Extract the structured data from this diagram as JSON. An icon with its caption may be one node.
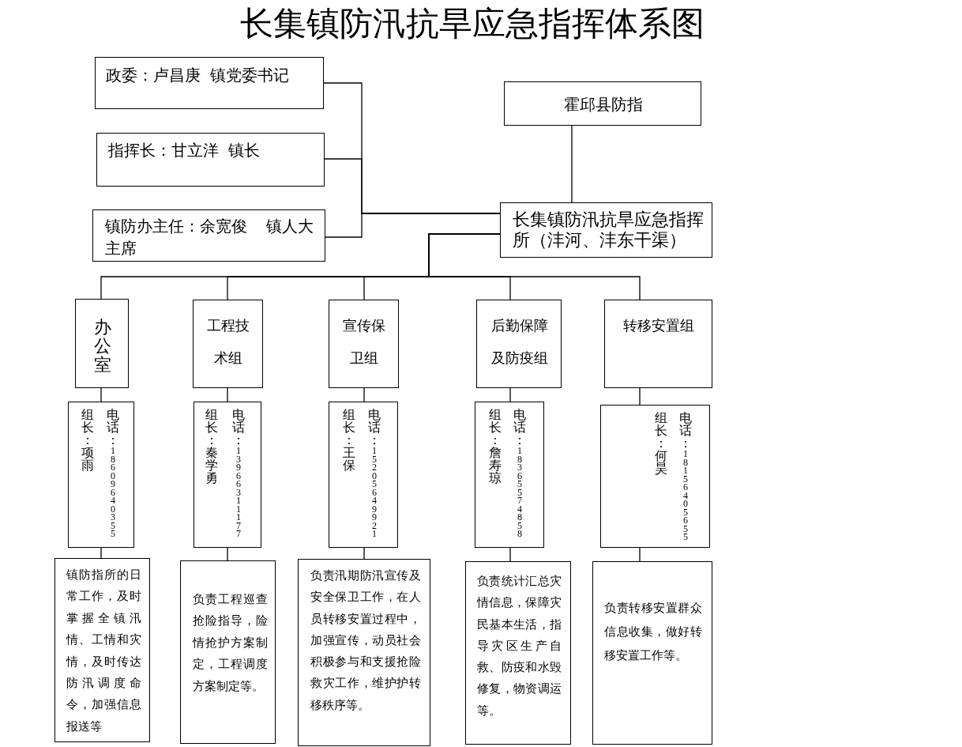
{
  "diagram": {
    "title": "长集镇防汛抗旱应急指挥体系图",
    "nodes": [
      {
        "text": [
          "政委：卢昌庚 镇党委书记"
        ]
      },
      {
        "text": [
          "指挥长：甘立洋 镇长"
        ]
      },
      {
        "text": [
          "镇防办主任：余宽俊 镇人大主席"
        ]
      },
      {
        "text": [
          "霍邱县防指"
        ]
      },
      {
        "text": [
          "长集镇防汛抗旱应急指挥所（沣河、沣东干渠）"
        ]
      },
      {
        "text": [
          "办公室"
        ]
      },
      {
        "text": [
          "工程技术组"
        ]
      },
      {
        "text": [
          "宣传保卫组"
        ]
      },
      {
        "text": [
          "后勤保障及防疫组"
        ]
      },
      {
        "text": [
          "转移安置组"
        ]
      },
      {
        "text": [
          "组长：项雨",
          "电话：18609640355"
        ]
      },
      {
        "text": [
          "组长：秦学勇",
          "电话：13966311177"
        ]
      },
      {
        "text": [
          "组长：王保",
          "电话：15205649921"
        ]
      },
      {
        "text": [
          "组长：詹寿琼",
          "电话：18365574858"
        ]
      },
      {
        "text": [
          "组长：何昊",
          "电话：18156405655"
        ]
      },
      {
        "text": [
          "镇防指所的日常工作，及时掌握全镇汛情、工情和灾情，及时传达防汛调度命令，加强信息报送等"
        ]
      },
      {
        "text": [
          "负责工程巡查抢险指导，险情抢护方案制定，工程调度方案制定等。"
        ]
      },
      {
        "text": [
          "负责汛期防汛宣传及安全保卫工作，在人员转移安置过程中，加强宣传，动员社会积极参与和支援抢险救灾工作，维护护转移秩序等。"
        ]
      },
      {
        "text": [
          "负责统计汇总灾情信息，保障灾民基本生活，指导灾区生产自救、防疫和水毁修复，物资调运等。"
        ]
      },
      {
        "text": [
          "负责转移安置群众信息收集，做好转移安置工作等。"
        ]
      }
    ],
    "edges": [
      {
        "from": 0,
        "to": 4,
        "arrow": "none"
      },
      {
        "from": 1,
        "to": 4,
        "arrow": "none"
      },
      {
        "from": 2,
        "to": 4,
        "arrow": "none"
      },
      {
        "from": 3,
        "to": 4,
        "arrow": "none"
      },
      {
        "from": 4,
        "to": 5,
        "arrow": "none"
      },
      {
        "from": 4,
        "to": 6,
        "arrow": "none"
      },
      {
        "from": 4,
        "to": 7,
        "arrow": "none"
      },
      {
        "from": 4,
        "to": 8,
        "arrow": "none"
      },
      {
        "from": 4,
        "to": 9,
        "arrow": "none"
      },
      {
        "from": 5,
        "to": 10,
        "arrow": "none"
      },
      {
        "from": 6,
        "to": 11,
        "arrow": "none"
      },
      {
        "from": 7,
        "to": 12,
        "arrow": "none"
      },
      {
        "from": 8,
        "to": 13,
        "arrow": "none"
      },
      {
        "from": 9,
        "to": 14,
        "arrow": "none"
      },
      {
        "from": 10,
        "to": 15,
        "arrow": "none"
      },
      {
        "from": 11,
        "to": 16,
        "arrow": "none"
      },
      {
        "from": 12,
        "to": 17,
        "arrow": "none"
      },
      {
        "from": 13,
        "to": 18,
        "arrow": "none"
      },
      {
        "from": 14,
        "to": 19,
        "arrow": "none"
      }
    ]
  }
}
